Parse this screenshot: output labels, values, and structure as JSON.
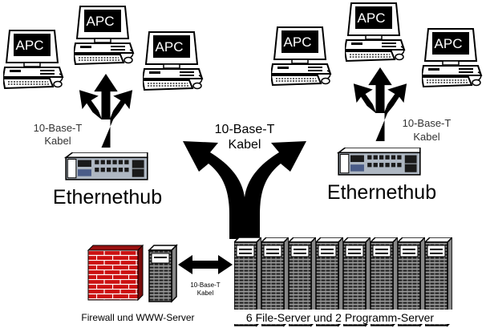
{
  "pc_label": "APC",
  "cable_label_left": {
    "line1": "10-Base-T",
    "line2": "Kabel"
  },
  "cable_label_right": {
    "line1": "10-Base-T",
    "line2": "Kabel"
  },
  "cable_label_center": {
    "line1": "10-Base-T",
    "line2": "Kabel"
  },
  "cable_label_small": {
    "line1": "10-Base-T",
    "line2": "Kabel"
  },
  "hub_label_left": "Ethernethub",
  "hub_label_right": "Ethernethub",
  "firewall_label": "Firewall und WWW-Server",
  "servers_label": "6 File-Server und 2 Programm-Server",
  "colors": {
    "firewall_brick": "#cc1111",
    "mortar": "#ffffff",
    "ink": "#000000",
    "hub_panel": "#aeb7c2"
  }
}
